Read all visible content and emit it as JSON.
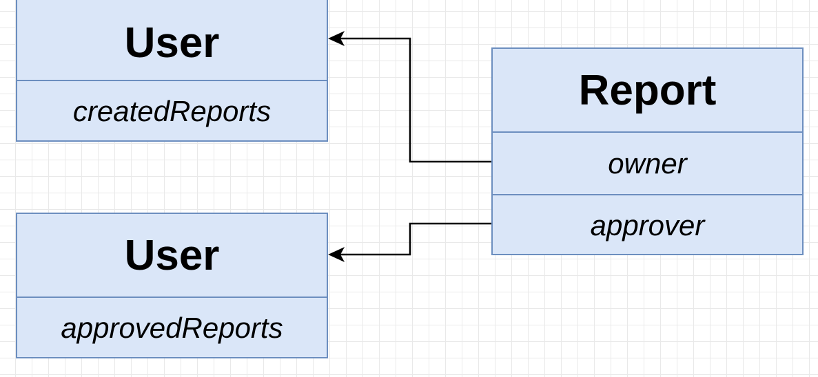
{
  "entities": {
    "user_top": {
      "title": "User",
      "fields": [
        "createdReports"
      ]
    },
    "user_bottom": {
      "title": "User",
      "fields": [
        "approvedReports"
      ]
    },
    "report": {
      "title": "Report",
      "fields": [
        "owner",
        "approver"
      ]
    }
  },
  "relations": [
    {
      "from": "report.owner",
      "to": "user_top"
    },
    {
      "from": "report.approver",
      "to": "user_bottom"
    }
  ],
  "colors": {
    "entity_fill": "#dae6f8",
    "entity_border": "#6c8ebf",
    "connector": "#000000",
    "grid": "#e9e9e9"
  }
}
